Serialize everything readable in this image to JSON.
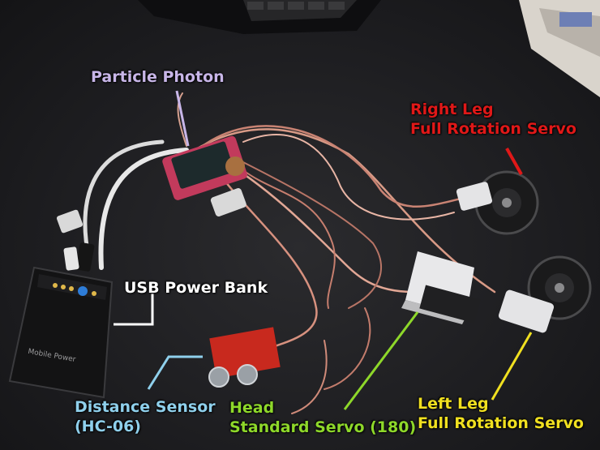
{
  "labels": {
    "particle_photon": "Particle Photon",
    "right_leg_line1": "Right Leg",
    "right_leg_line2": "Full Rotation Servo",
    "usb_power_bank": "USB Power Bank",
    "distance_line1": "Distance Sensor",
    "distance_line2": "(HC-06)",
    "head_line1": "Head",
    "head_line2": "Standard Servo (180)",
    "left_leg_line1": "Left Leg",
    "left_leg_line2": "Full Rotation Servo",
    "power_bank_print": "Mobile Power"
  },
  "colors": {
    "photon": "#c8b6e8",
    "right_leg": "#e01818",
    "usb": "#ffffff",
    "distance": "#8fd0ec",
    "head": "#8ed82a",
    "left_leg": "#f0e020"
  }
}
